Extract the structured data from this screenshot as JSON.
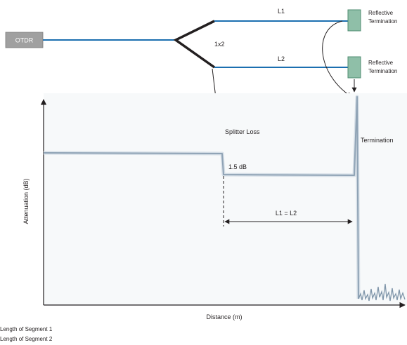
{
  "network": {
    "otdr_label": "OTDR",
    "splitter_label": "1x2",
    "branch_1_label": "L1",
    "branch_2_label": "L2",
    "termination_1_line_1": "Reflective",
    "termination_1_line_2": "Termination",
    "termination_2_line_1": "Reflective",
    "termination_2_line_2": "Termination"
  },
  "trace": {
    "splitter_loss_label": "Splitter Loss",
    "loss_value_label": "1.5 dB",
    "termination_label": "Termination",
    "distance_label": "L1 = L2",
    "y_axis_label": "Attenuation (dB)",
    "x_axis_label": "Distance (m)"
  },
  "footnotes": {
    "line_1": "Length of Segment 1",
    "line_2": "Length of Segment 2"
  },
  "colors": {
    "fiber": "#1b6fb0",
    "splitter": "#231f20",
    "termination_fill": "#8fbfa8",
    "termination_stroke": "#4f8c72",
    "otdr_fill": "#a0a0a0",
    "trace": "#8fa3b5",
    "plot_background": "#f7f9fa"
  }
}
